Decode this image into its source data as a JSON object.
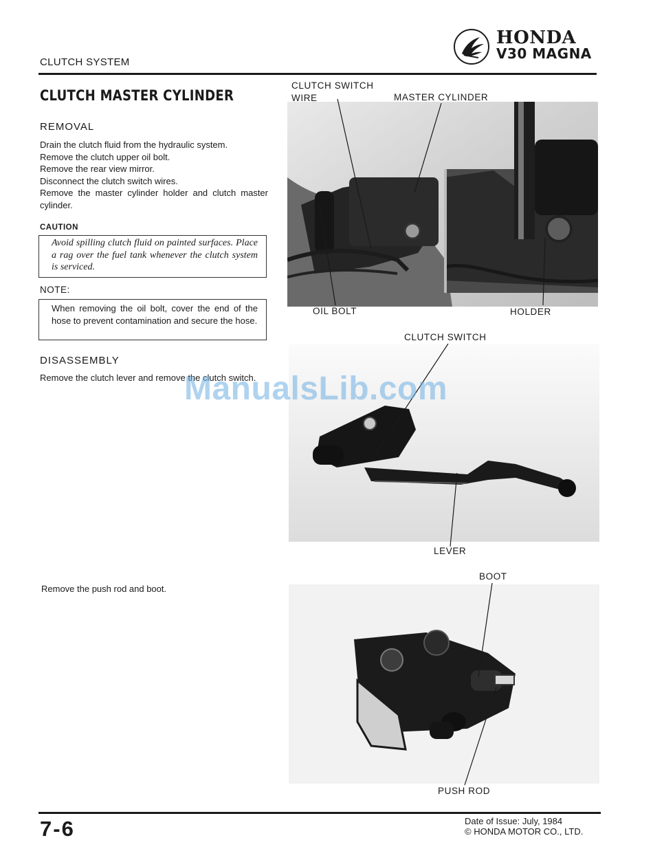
{
  "header": {
    "section_title": "CLUTCH SYSTEM",
    "brand_name": "HONDA",
    "brand_model": "V30 MAGNA",
    "logo_icon": "honda-wing-icon"
  },
  "content": {
    "title": "CLUTCH MASTER CYLINDER",
    "removal": {
      "heading": "REMOVAL",
      "steps": [
        "Drain the clutch fluid from the hydraulic system.",
        "Remove the clutch upper oil bolt.",
        "Remove the rear view mirror.",
        "Disconnect the clutch switch wires.",
        "Remove the master cylinder holder and clutch master cylinder."
      ]
    },
    "caution": {
      "label": "CAUTION",
      "text": "Avoid spilling clutch fluid on painted surfaces. Place a rag over the fuel tank whenever the clutch system is serviced."
    },
    "note": {
      "label": "NOTE:",
      "text": "When removing the oil bolt, cover the end of the hose to prevent contamination and secure the hose."
    },
    "disassembly": {
      "heading": "DISASSEMBLY",
      "step1": "Remove the clutch lever and remove the clutch switch.",
      "step2": "Remove the push rod and boot."
    }
  },
  "figures": {
    "photo1": {
      "clutch_switch_wire": [
        "CLUTCH SWITCH",
        "WIRE"
      ],
      "master_cylinder": "MASTER CYLINDER",
      "oil_bolt": "OIL BOLT",
      "holder": "HOLDER"
    },
    "photo2": {
      "clutch_switch": "CLUTCH SWITCH",
      "lever": "LEVER"
    },
    "photo3": {
      "boot": "BOOT",
      "push_rod": "PUSH ROD"
    }
  },
  "watermark": "ManualsLib.com",
  "footer": {
    "page_number": "7-6",
    "issue_date": "Date of Issue: July, 1984",
    "copyright": "© HONDA MOTOR CO., LTD."
  }
}
